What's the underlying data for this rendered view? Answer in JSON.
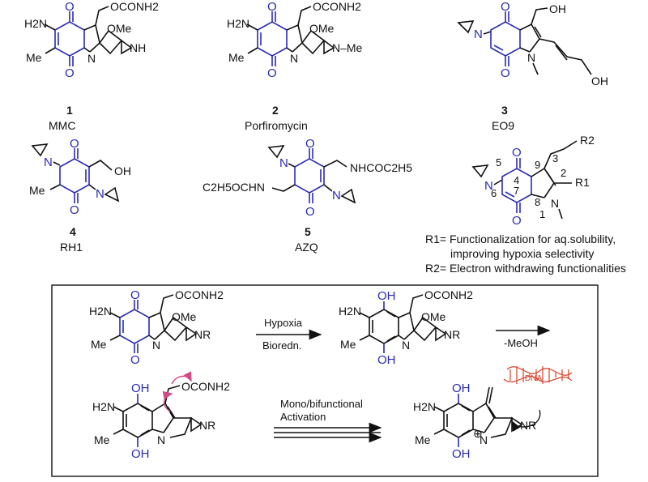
{
  "compounds": [
    {
      "number": "1",
      "name": "MMC"
    },
    {
      "number": "2",
      "name": "Porfiromycin"
    },
    {
      "number": "3",
      "name": "EO9"
    },
    {
      "number": "4",
      "name": "RH1"
    },
    {
      "number": "5",
      "name": "AZQ"
    }
  ],
  "labels": {
    "carbamate": "OCONH2",
    "amino": "H2N",
    "methoxy": "OMe",
    "methyl": "Me",
    "oxo": "O",
    "hydroxyl": "OH",
    "aziridine_nh": "NH",
    "aziridine_nme": "N–Me",
    "aziridine_nr": "NR",
    "nitrogen": "N",
    "azq_left": "C2H5OCHN",
    "azq_right": "NHCOC2H5",
    "plus": "⊕",
    "dna": "DNA"
  },
  "scaffold": {
    "r1": "R1",
    "r2": "R2",
    "positions": [
      "1",
      "2",
      "3",
      "4",
      "5",
      "6",
      "7",
      "8",
      "9"
    ]
  },
  "notes": {
    "r1": "R1= Functionalization for aq.solubility,",
    "r1_cont": "improving hypoxia selectivity",
    "r2": "R2= Electron withdrawing functionalities"
  },
  "mechanism": {
    "step1_top": "Hypoxia",
    "step1_bottom": "Bioredn.",
    "step2": "-MeOH",
    "step3_top": "Mono/bifunctional",
    "step3_bottom": "Activation"
  },
  "colors": {
    "quinone": "#2a2ab4",
    "bond": "#111111",
    "curved_arrow": "#d14a86",
    "dna": "#d8402a"
  }
}
